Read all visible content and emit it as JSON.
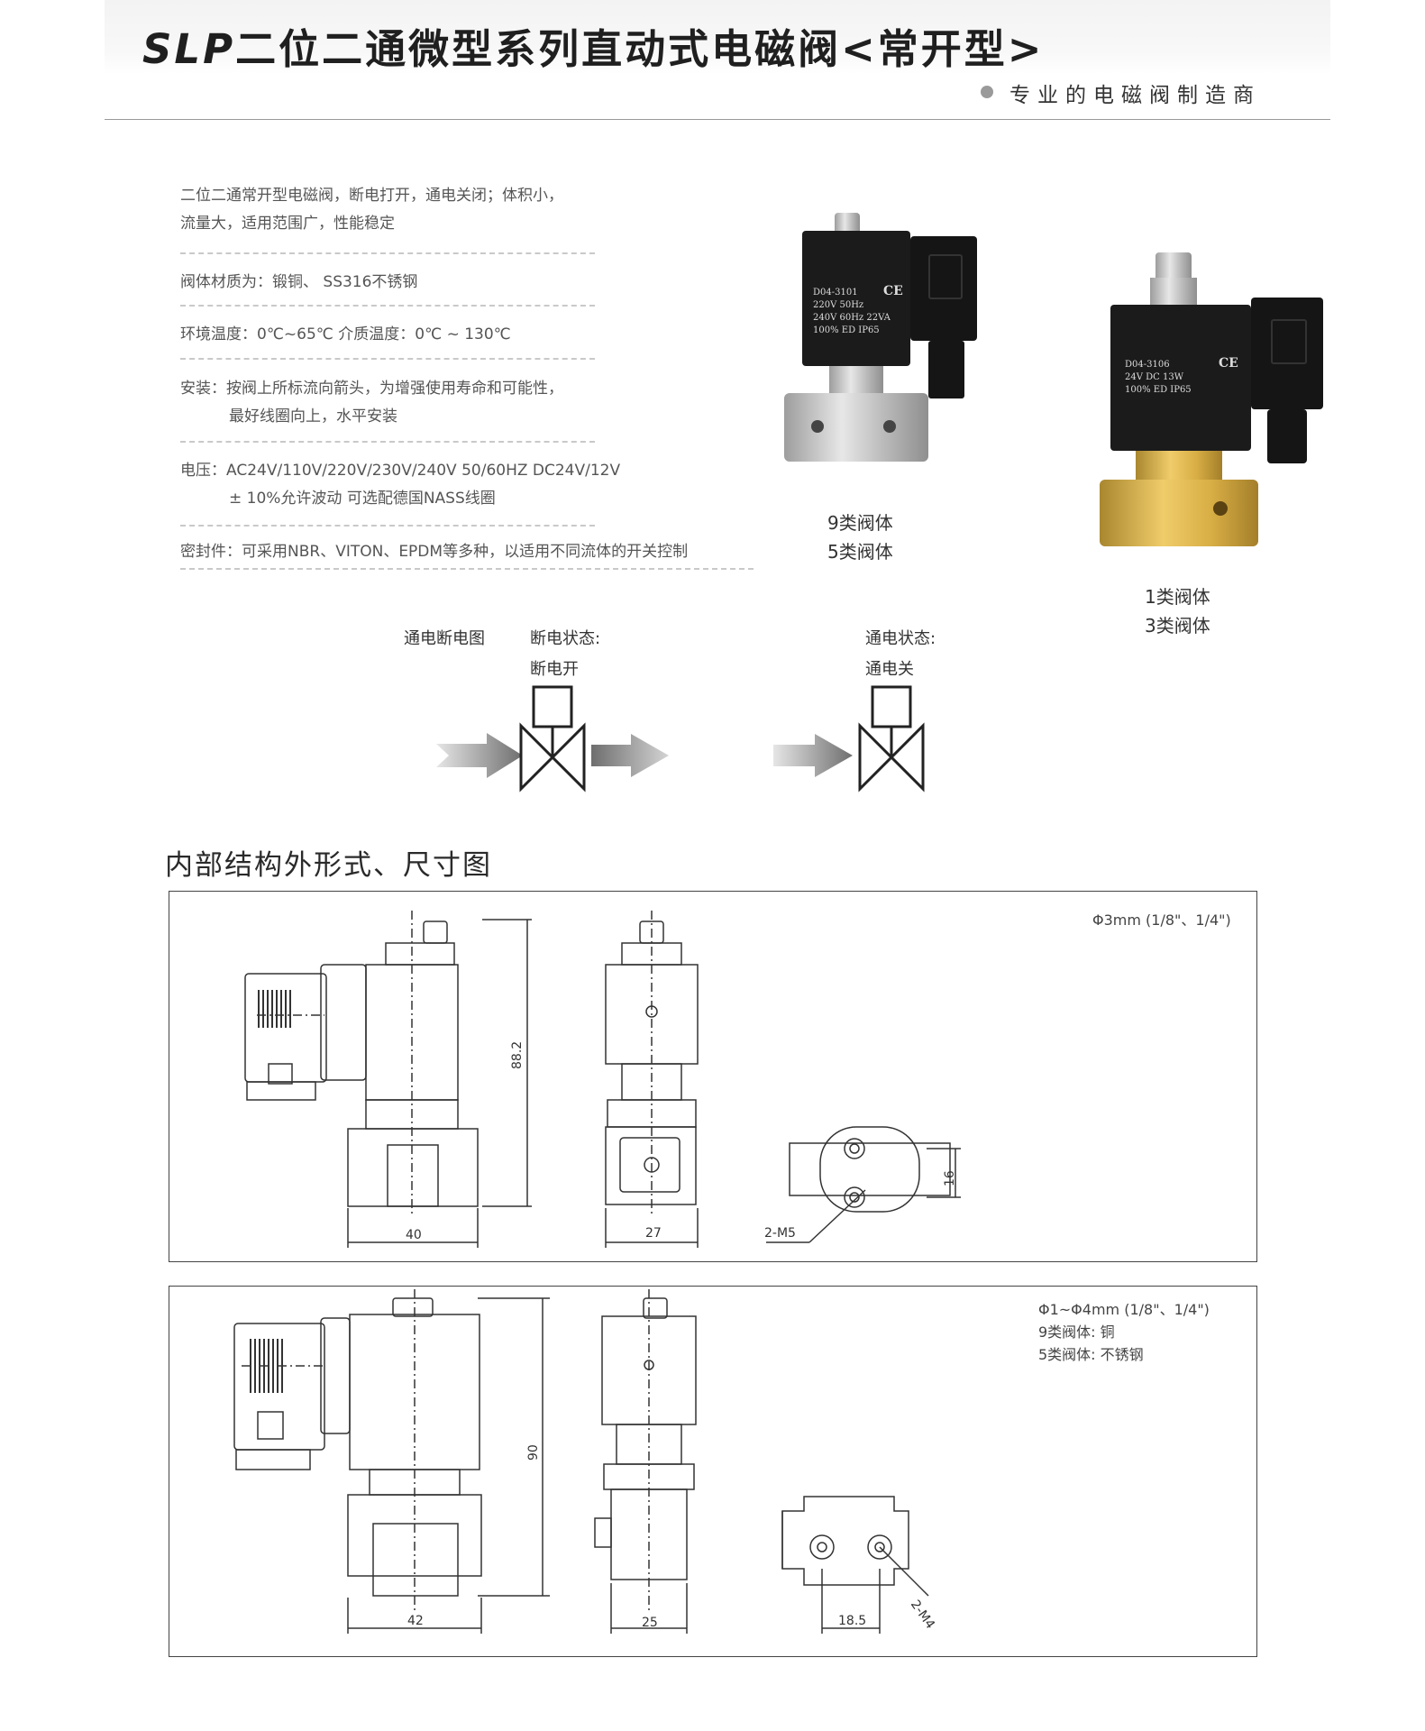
{
  "header": {
    "title_brand": "SLP",
    "title_rest": "二位二通微型系列直动式电磁阀<常开型>",
    "tagline": "专业的电磁阀制造商"
  },
  "specs": {
    "desc_line1": "二位二通常开型电磁阀，断电打开，通电关闭；体积小，",
    "desc_line2": "流量大，适用范围广，性能稳定",
    "material": "阀体材质为：锻铜、 SS316不锈钢",
    "temperature": "环境温度：0℃~65℃      介质温度：0℃ ~ 130℃",
    "install_line1": "安装：按阀上所标流向箭头，为增强使用寿命和可能性，",
    "install_line2": "最好线圈向上，水平安装",
    "voltage_line1": "电压：AC24V/110V/220V/230V/240V  50/60HZ  DC24V/12V",
    "voltage_line2": "± 10%允许波动    可选配德国NASS线圈",
    "seal": "密封件：可采用NBR、VITON、EPDM等多种，以适用不同流体的开关控制"
  },
  "products": {
    "left_coil": [
      "D04-3101",
      "220V 50Hz",
      "240V 60Hz 22VA",
      "100% ED  IP65"
    ],
    "left_ce": "CE",
    "left_caption1": "9类阀体",
    "left_caption2": "5类阀体",
    "right_coil": [
      "D04-3106",
      "24V  DC      13W",
      "100% ED    IP65"
    ],
    "right_ce": "CE",
    "right_caption1": "1类阀体",
    "right_caption2": "3类阀体"
  },
  "flow_diagram": {
    "label_title": "通电断电图",
    "off_state": "断电状态:",
    "off_result": "断电开",
    "on_state": "通电状态:",
    "on_result": "通电关"
  },
  "section": {
    "title": "内部结构外形式、尺寸图"
  },
  "panel1": {
    "note": "Φ3mm  (1/8\"、1/4\")",
    "dim_height": "88.2",
    "dim_width_front": "40",
    "dim_width_side": "27",
    "dim_port_spacing": "16",
    "dim_thread": "2-M5"
  },
  "panel2": {
    "note_line1": "Φ1~Φ4mm  (1/8\"、1/4\")",
    "note_line2": "9类阀体: 铜",
    "note_line3": "5类阀体: 不锈钢",
    "dim_height": "90",
    "dim_width_front": "42",
    "dim_width_side": "25",
    "dim_port_spacing": "18.5",
    "dim_thread": "2-M4"
  }
}
